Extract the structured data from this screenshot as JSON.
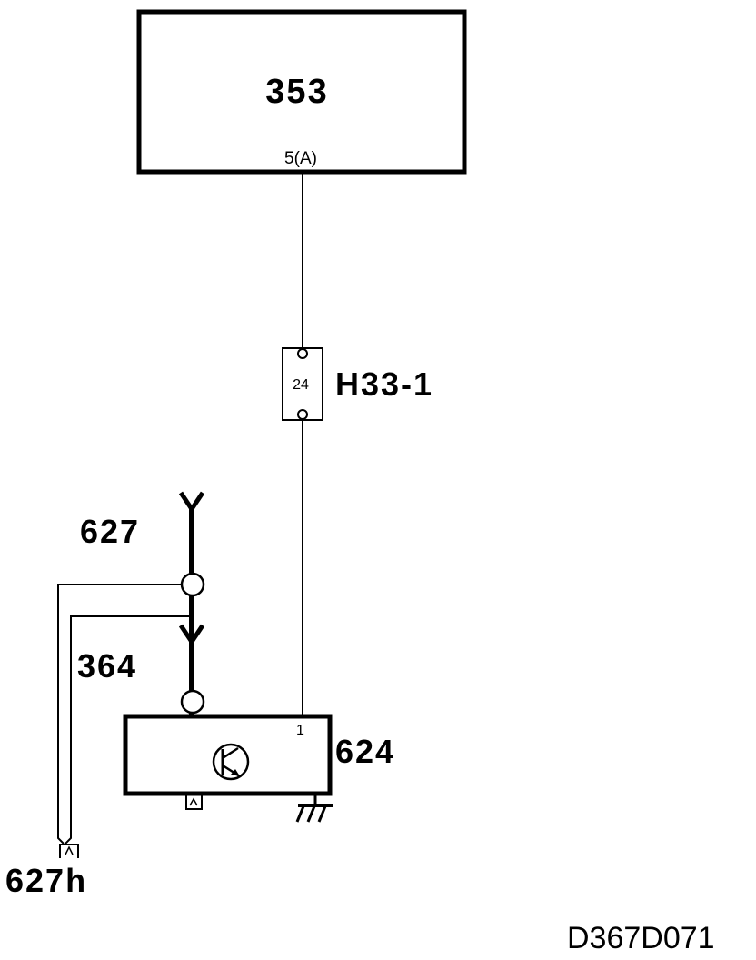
{
  "components": {
    "module_353": {
      "label": "353",
      "pin": "5(A)"
    },
    "connector_h33": {
      "label": "H33-1",
      "pin": "24"
    },
    "module_624": {
      "label": "624",
      "pin": "1"
    },
    "harness_627": {
      "label": "627"
    },
    "harness_364": {
      "label": "364"
    },
    "connector_627h": {
      "label": "627h"
    }
  },
  "footer": {
    "diagram_code": "D367D071"
  },
  "colors": {
    "line": "#000000",
    "background": "#ffffff"
  }
}
